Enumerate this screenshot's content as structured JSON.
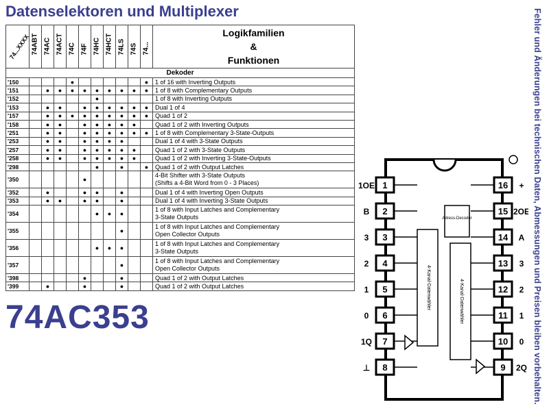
{
  "title": "Datenselektoren und Multiplexer",
  "side_note": "Fehler und Änderungen bei technischen Daten, Abmessungen und Preisen bleiben vorbehalten.",
  "part_number": "74AC353",
  "table": {
    "corner": "74...XXXX",
    "families": [
      "74ABT",
      "74AC",
      "74ACT",
      "74C",
      "74F",
      "74HC",
      "74HCT",
      "74LS",
      "74S",
      "74..."
    ],
    "function_header": [
      "Logikfamilien",
      "&",
      "Funktionen"
    ],
    "section": "Dekoder",
    "rows": [
      {
        "part": "'150",
        "dots": [
          0,
          0,
          0,
          1,
          0,
          0,
          0,
          0,
          0,
          1
        ],
        "desc": "1 of 16 with Inverting Outputs"
      },
      {
        "part": "'151",
        "dots": [
          0,
          1,
          1,
          1,
          1,
          1,
          1,
          1,
          1,
          1
        ],
        "desc": "1 of 8 with Complementary Outputs"
      },
      {
        "part": "'152",
        "dots": [
          0,
          0,
          0,
          0,
          0,
          1,
          0,
          0,
          0,
          0
        ],
        "desc": "1 of 8 with Inverting Outputs"
      },
      {
        "part": "'153",
        "dots": [
          0,
          1,
          1,
          0,
          1,
          1,
          1,
          1,
          1,
          1
        ],
        "desc": "Dual 1 of 4"
      },
      {
        "part": "'157",
        "dots": [
          0,
          1,
          1,
          1,
          1,
          1,
          1,
          1,
          1,
          1
        ],
        "desc": "Quad 1 of 2"
      },
      {
        "part": "'158",
        "dots": [
          0,
          1,
          1,
          0,
          1,
          1,
          1,
          1,
          1,
          0
        ],
        "desc": "Quad 1 of 2 with Inverting Outputs"
      },
      {
        "part": "'251",
        "dots": [
          0,
          1,
          1,
          0,
          1,
          1,
          1,
          1,
          1,
          1
        ],
        "desc": "1 of 8 with Complementary 3-State-Outputs"
      },
      {
        "part": "'253",
        "dots": [
          0,
          1,
          1,
          0,
          1,
          1,
          1,
          1,
          0,
          0
        ],
        "desc": "Dual 1 of 4 with 3-State Outputs"
      },
      {
        "part": "'257",
        "dots": [
          0,
          1,
          1,
          0,
          1,
          1,
          1,
          1,
          1,
          0
        ],
        "desc": "Quad 1 of 2 with 3-State Outputs"
      },
      {
        "part": "'258",
        "dots": [
          0,
          1,
          1,
          0,
          1,
          1,
          1,
          1,
          1,
          0
        ],
        "desc": "Quad 1 of 2 with Inverting 3-State-Outputs"
      },
      {
        "part": "'298",
        "dots": [
          0,
          0,
          0,
          0,
          0,
          1,
          0,
          1,
          0,
          1
        ],
        "desc": "Quad 1 of 2 with Output Latches"
      },
      {
        "part": "'350",
        "dots": [
          0,
          0,
          0,
          0,
          1,
          0,
          0,
          0,
          0,
          0
        ],
        "desc": "4-Bit Shifter with 3-State Outputs",
        "desc2": "(Shifts a 4-Bit Word from 0 - 3 Places)",
        "tall": true
      },
      {
        "part": "'352",
        "dots": [
          0,
          1,
          0,
          0,
          1,
          1,
          0,
          1,
          0,
          0
        ],
        "desc": "Dual 1 of 4 with Inverting Open Outputs"
      },
      {
        "part": "'353",
        "dots": [
          0,
          1,
          1,
          0,
          1,
          1,
          0,
          1,
          0,
          0
        ],
        "desc": "Dual 1 of 4 with Inverting 3-State Outputs"
      },
      {
        "part": "'354",
        "dots": [
          0,
          0,
          0,
          0,
          0,
          1,
          1,
          1,
          0,
          0
        ],
        "desc": "1 of 8 with Input Latches and Complementary",
        "desc2": "3-State Outputs",
        "tall": true
      },
      {
        "part": "'355",
        "dots": [
          0,
          0,
          0,
          0,
          0,
          0,
          0,
          1,
          0,
          0
        ],
        "desc": "1 of 8 with Input Latches and Complementary",
        "desc2": "Open Collector Outputs",
        "tall": true
      },
      {
        "part": "'356",
        "dots": [
          0,
          0,
          0,
          0,
          0,
          1,
          1,
          1,
          0,
          0
        ],
        "desc": "1 of 8 with Input Latches and Complementary",
        "desc2": "3-State Outputs",
        "tall": true
      },
      {
        "part": "'357",
        "dots": [
          0,
          0,
          0,
          0,
          0,
          0,
          0,
          1,
          0,
          0
        ],
        "desc": "1 of 8 with Input Latches and Complementary",
        "desc2": "Open Collector Outputs",
        "tall": true
      },
      {
        "part": "'398",
        "dots": [
          0,
          0,
          0,
          0,
          1,
          0,
          0,
          1,
          0,
          0
        ],
        "desc": "Quad 1 of 2 with Output Latches"
      },
      {
        "part": "'399",
        "dots": [
          0,
          1,
          0,
          0,
          1,
          0,
          0,
          1,
          0,
          0
        ],
        "desc": "Quad 1 of 2 with Output Latches"
      }
    ]
  },
  "pinout": {
    "left_pins": [
      {
        "num": "1",
        "label": "1OE"
      },
      {
        "num": "2",
        "label": "B"
      },
      {
        "num": "3",
        "label": "3"
      },
      {
        "num": "4",
        "label": "2"
      },
      {
        "num": "5",
        "label": "1"
      },
      {
        "num": "6",
        "label": "0"
      },
      {
        "num": "7",
        "label": "1Q"
      },
      {
        "num": "8",
        "label": "⊥"
      }
    ],
    "right_pins": [
      {
        "num": "16",
        "label": "+"
      },
      {
        "num": "15",
        "label": "2OE"
      },
      {
        "num": "14",
        "label": "A"
      },
      {
        "num": "13",
        "label": "3"
      },
      {
        "num": "12",
        "label": "2"
      },
      {
        "num": "11",
        "label": "1"
      },
      {
        "num": "10",
        "label": "0"
      },
      {
        "num": "9",
        "label": "2Q"
      }
    ],
    "block_adr": "Adress-Decoder",
    "block_left": "4-Kanal-Datenwähler",
    "block_right": "4-Kanal-Datenwähler"
  }
}
